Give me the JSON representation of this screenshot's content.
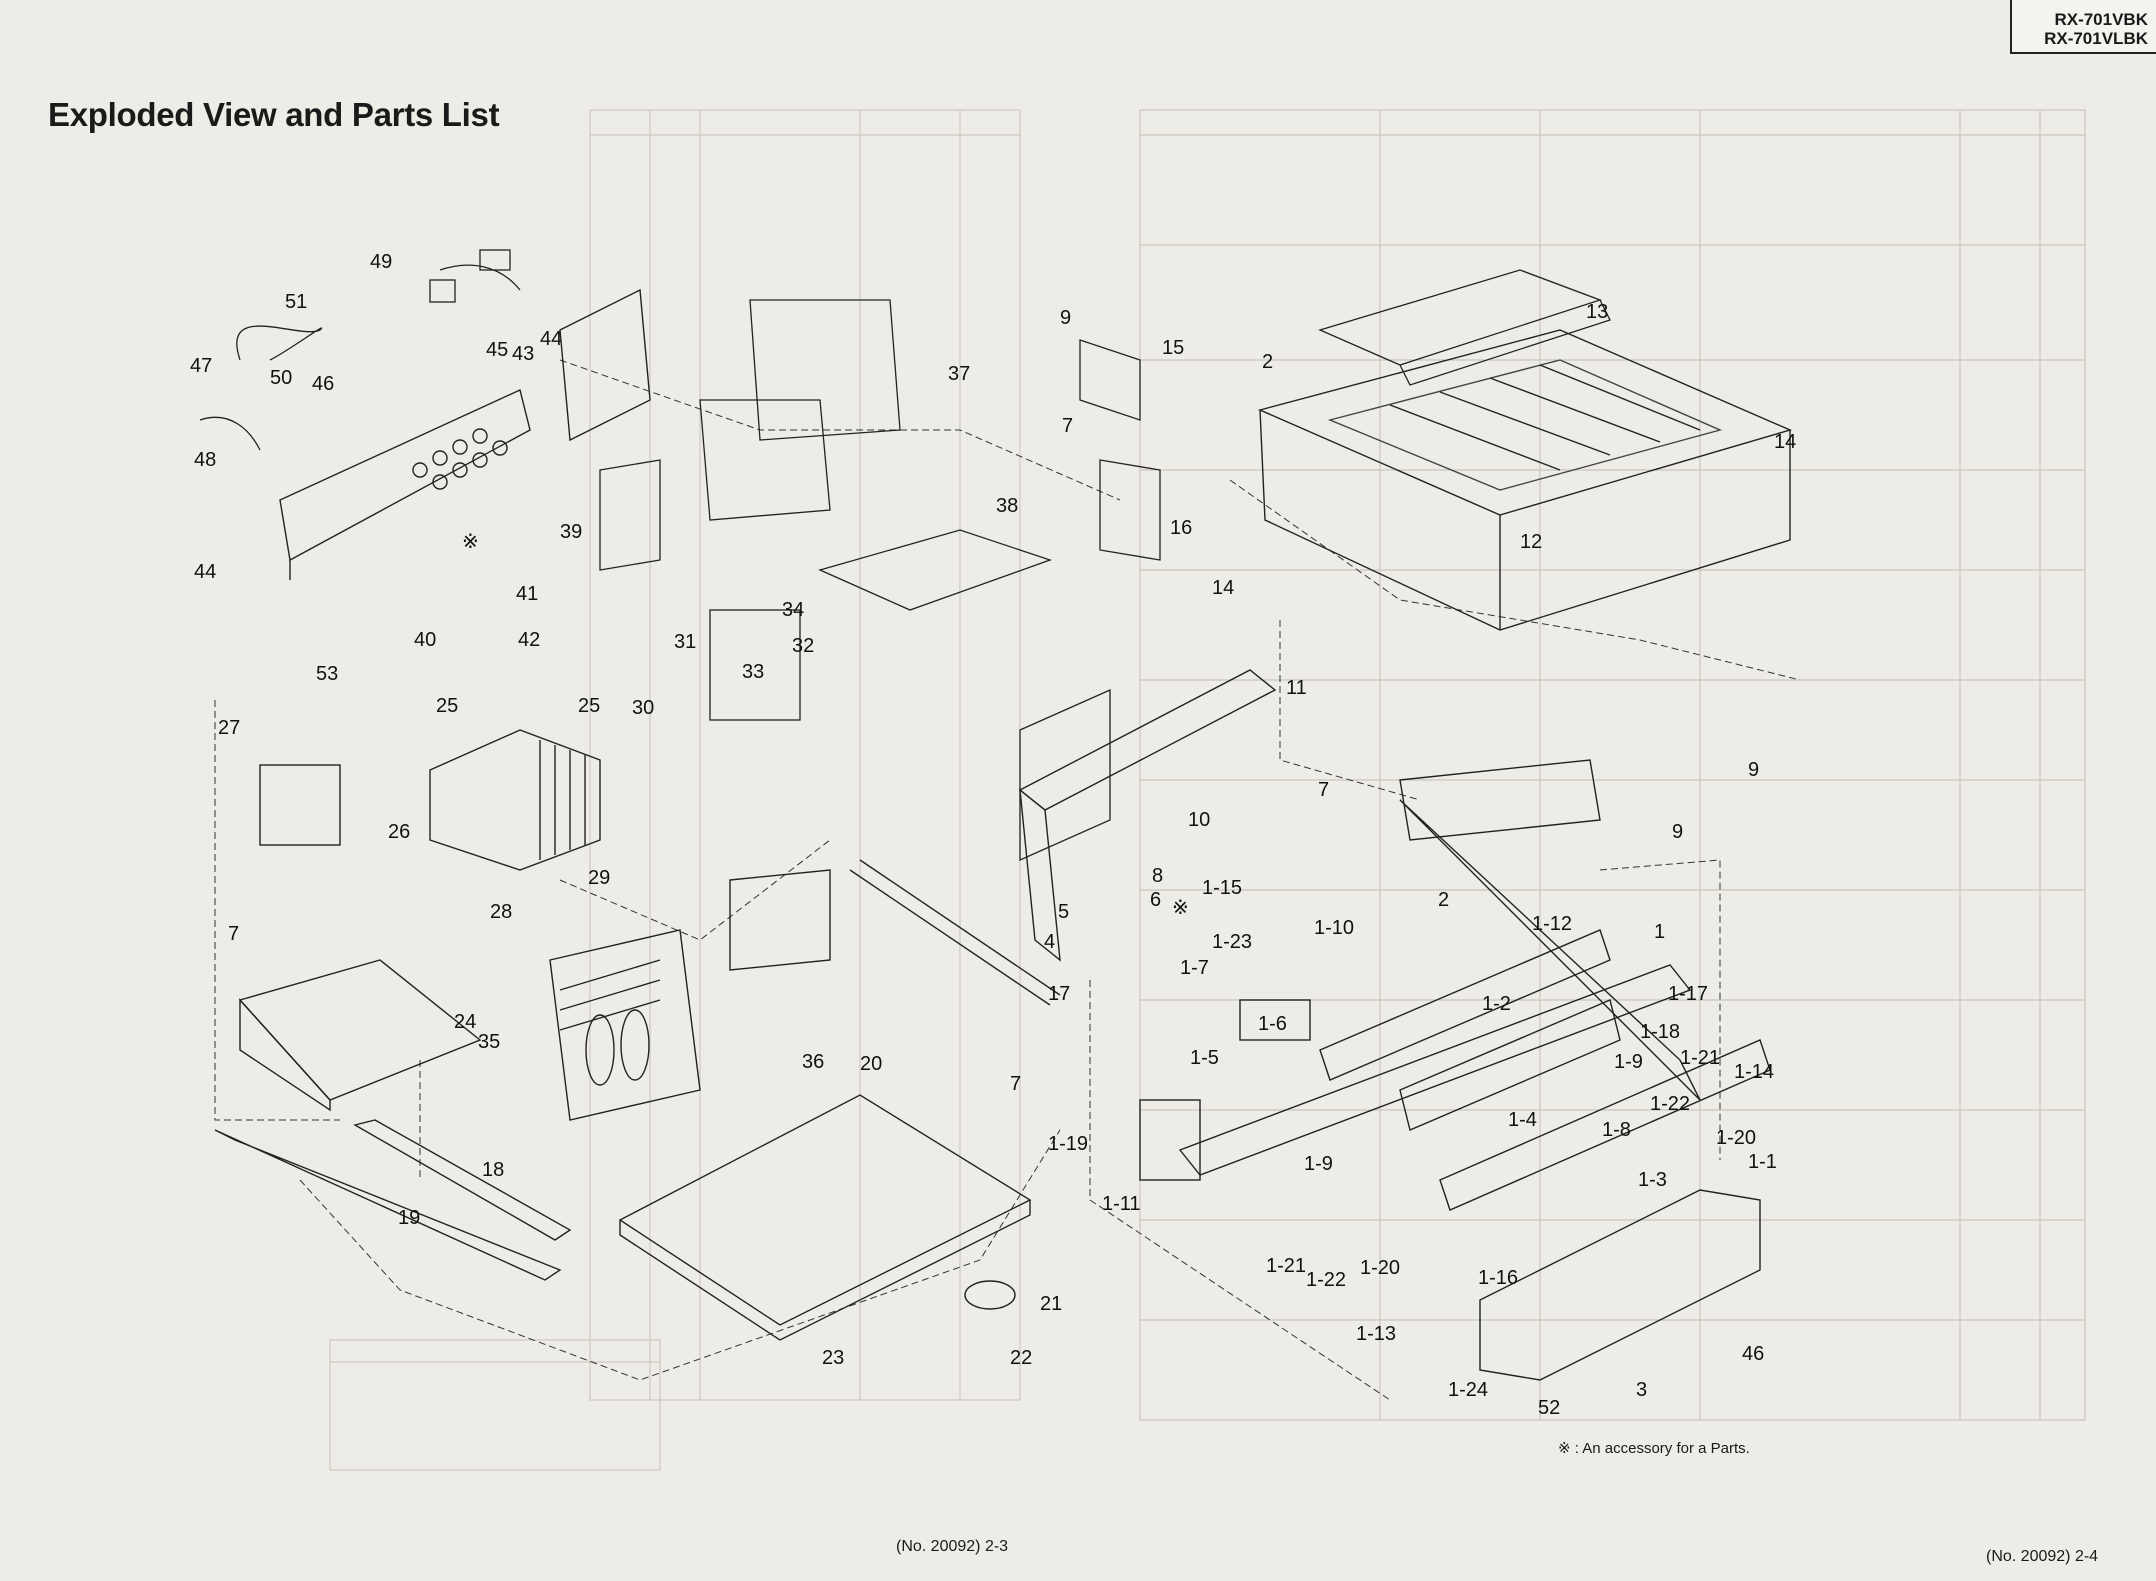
{
  "header": {
    "models": [
      "RX-701VBK",
      "RX-701VLBK"
    ],
    "title": "Exploded View and Parts List"
  },
  "footer": {
    "page_left": "(No. 20092) 2-3",
    "page_right": "(No. 20092) 2-4",
    "note": "※ : An accessory for a Parts."
  },
  "callouts_left": [
    "1",
    "2",
    "3",
    "4",
    "5",
    "6",
    "7",
    "8",
    "9",
    "10",
    "11",
    "12",
    "13",
    "14",
    "15",
    "16",
    "17",
    "18",
    "19",
    "20",
    "21",
    "22",
    "23",
    "24",
    "25",
    "26",
    "27",
    "28",
    "29",
    "30",
    "31",
    "32",
    "33",
    "34",
    "35",
    "36",
    "37",
    "38",
    "39",
    "40",
    "41",
    "42",
    "43",
    "44",
    "45",
    "46",
    "47",
    "48",
    "49",
    "50",
    "51",
    "52",
    "53"
  ],
  "callouts_front_panel": [
    "1-1",
    "1-2",
    "1-3",
    "1-4",
    "1-5",
    "1-6",
    "1-7",
    "1-8",
    "1-9",
    "1-10",
    "1-11",
    "1-12",
    "1-13",
    "1-14",
    "1-15",
    "1-16",
    "1-17",
    "1-18",
    "1-19",
    "1-20",
    "1-21",
    "1-22",
    "1-23",
    "1-24"
  ],
  "accessory_mark": "※"
}
